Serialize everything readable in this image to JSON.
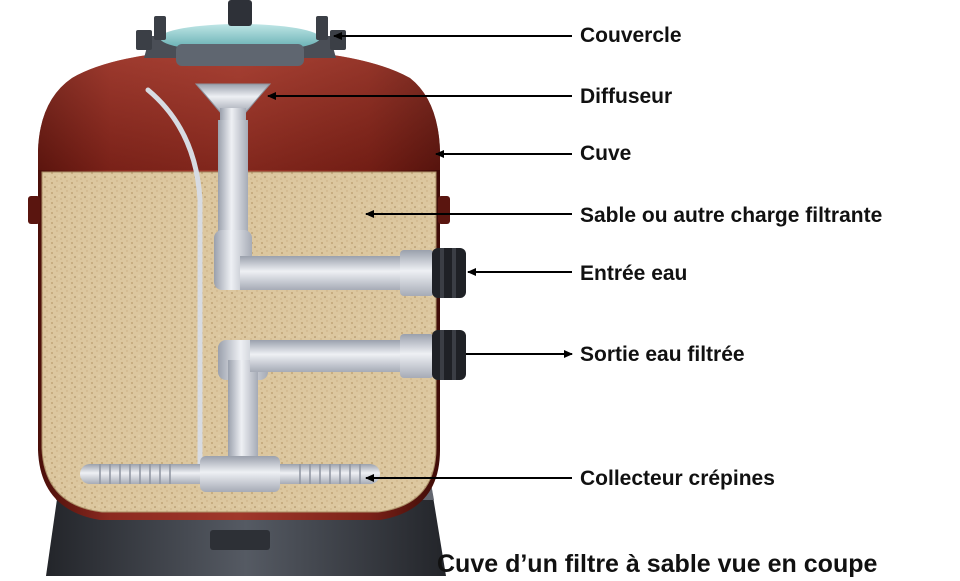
{
  "labels": {
    "couvercle": "Couvercle",
    "diffuseur": "Diffuseur",
    "cuve": "Cuve",
    "sable": "Sable ou autre charge filtrante",
    "entree": "Entrée eau",
    "sortie": "Sortie eau filtrée",
    "collecteur": "Collecteur crépines"
  },
  "caption": "Cuve d’un filtre à sable vue en coupe",
  "colors": {
    "tank": "#7a1e16",
    "sand": "#d8c29a",
    "pipe": "#c9cdd6",
    "base": "#3c3f46",
    "lid": "#7fc7c9"
  }
}
